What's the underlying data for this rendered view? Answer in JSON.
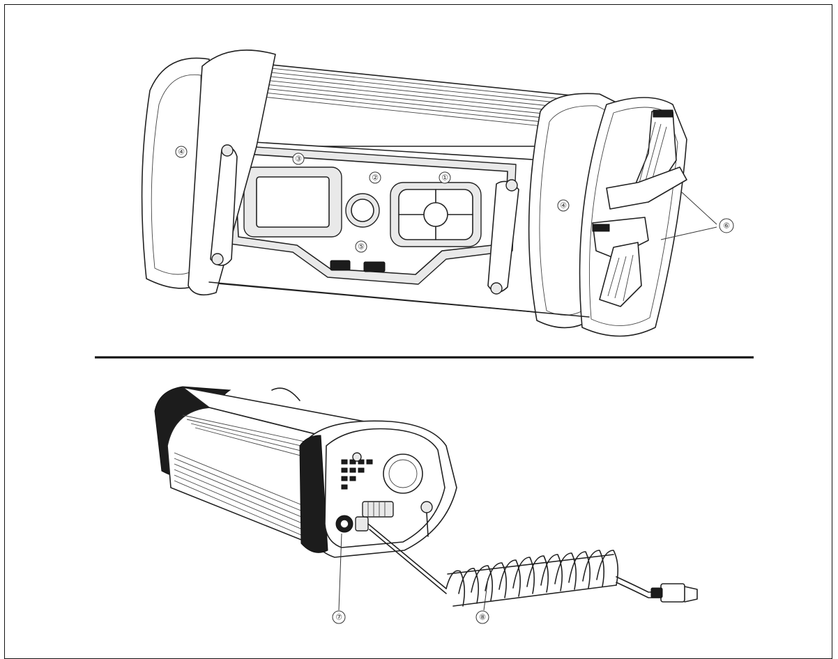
{
  "callouts": {
    "c1": "①",
    "c2": "②",
    "c3": "③",
    "c4a": "④",
    "c4b": "④",
    "c5": "⑤",
    "c6": "⑥",
    "c7": "⑦",
    "c8": "⑧"
  }
}
